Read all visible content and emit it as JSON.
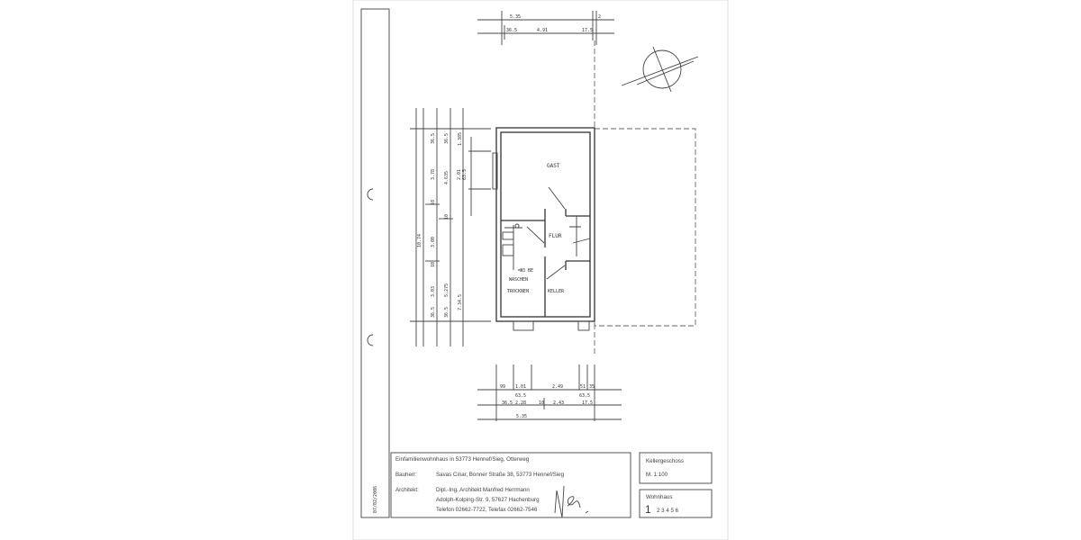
{
  "document": {
    "type": "floor-plan",
    "margin_stamp": "07/02/2006"
  },
  "dimensions": {
    "top": {
      "overall": "5.35",
      "right_small": "2",
      "wall_left": "36.5",
      "inner": "4.91",
      "wall_right": "17.5"
    },
    "left": {
      "total": "10.74",
      "col1": [
        "36.5",
        "3.78",
        "10",
        "3.00",
        "10",
        "3.03",
        "36.5"
      ],
      "col2": [
        "36.5",
        "4.635",
        "10",
        "5.275",
        "36.5"
      ],
      "col3": [
        "1.385",
        "2.01",
        "63.5",
        "7.34.5"
      ]
    },
    "bottom": {
      "row1": [
        "99",
        "1.01",
        "2.49",
        "51",
        "35"
      ],
      "row2": [
        "63.5",
        "63.5"
      ],
      "row3": [
        "36.5",
        "2.28",
        "10",
        "2.43",
        "17.5"
      ],
      "overall": "5.35"
    }
  },
  "rooms": {
    "gast": "GAST",
    "flur": "FLUR",
    "waschen": "WASCHEN",
    "trocknen": "TROCKNEN",
    "keller": "KELLER",
    "fixture": "33 BE"
  },
  "title_block": {
    "project": "Einfamilienwohnhaus in 53773 Hennef/Sieg, Otterweg",
    "owner_label": "Bauherr:",
    "owner": "Savas Cinar, Bonner Straße 38, 53773 Hennef/Sieg",
    "architect_label": "Architekt:",
    "architect_lines": [
      "Dipl.-Ing. Architekt Manfred Herrmann",
      "Adolph-Kolping-Str. 9, 57627 Hachenburg",
      "Telefon 02662-7722, Telefax 02662-7546"
    ],
    "signature": "M. Ha"
  },
  "level_box": {
    "level": "Kellergeschoss",
    "scale": "M. 1:100"
  },
  "house_box": {
    "label": "Wohnhaus",
    "selected": "1",
    "others": "2 3 4 5 6"
  }
}
